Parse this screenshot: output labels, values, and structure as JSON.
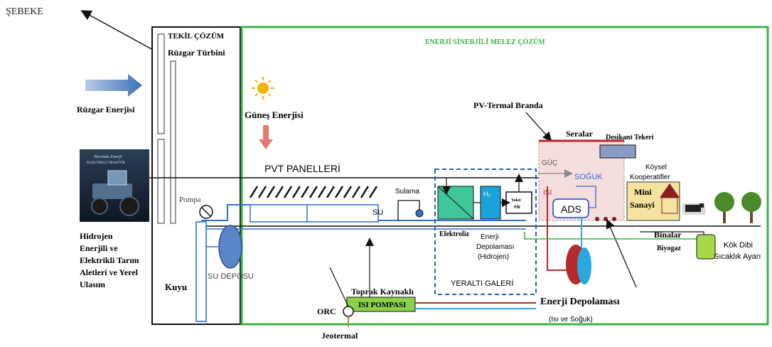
{
  "labels": {
    "sebeke": "ŞEBEKE",
    "tekil_cozum": "TEKİL ÇÖZÜM",
    "ruzgar_turbini": "Rüzgar Türbini",
    "melez_cozum": "ENERJİ SİNERJİLİ MELEZ ÇÖZÜM",
    "ruzgar_enerjisi": "Rüzgar Enerjisi",
    "gunes_enerjisi": "Güneş Enerjisi",
    "pv_termal_branda": "PV-Termal Branda",
    "seralar": "Seralar",
    "desikant_tekeri": "Desikant Tekeri",
    "pvt_panelleri": "PVT PANELLERİ",
    "guc": "GÜÇ",
    "soguk": "SOĞUK",
    "isi": "ISI",
    "koysel_1": "Köysel",
    "koysel_2": "Kooperatifler",
    "mini_1": "Mini",
    "mini_2": "Sanayi",
    "pompa": "Pompa",
    "sulama": "Sulama",
    "su": "SU",
    "h2": "H₂",
    "yakit_1": "Yakıt",
    "yakit_2": "Pili",
    "ads": "ADS",
    "elektroliz": "Elektroliz",
    "enerji_dep_1": "Enerji",
    "enerji_dep_2": "Depolaması",
    "enerji_dep_3": "(Hidrojen)",
    "yeralti_galeri": "YERALTI GALERİ",
    "hidrojen_1": "Hidrojen",
    "hidrojen_2": "Enerjili ve",
    "hidrojen_3": "Elektrikli Tarım",
    "hidrojen_4": "Aletleri ve Yerel",
    "hidrojen_5": "Ulasım",
    "kuyu": "Kuyu",
    "su_deposu": "SU DEPOSU",
    "toprak_kaynakli": "Toprak Kaynaklı",
    "isi_pompasi": "ISI POMPASI",
    "orc": "ORC",
    "jeotermal": "Jeotermal",
    "enerji_depolamasi": "Enerji Depolaması",
    "isi_ve_soguk": "(Isı ve Soğuk)",
    "binalar": "Binalar",
    "biyogaz": "Biyogaz",
    "kok_dibi_1": "Kök Dibi",
    "kok_dibi_2": "Sıcaklık Ayarı",
    "traktor_1": "Tarımda Enerji",
    "traktor_2": "ELEKTRİKLİ TRAKTÖR"
  },
  "colors": {
    "green_border": "#3cb34a",
    "black": "#111111",
    "blue_line": "#2f6fd6",
    "red_line": "#b52a2a",
    "cyan_line": "#2ba8e0",
    "heat_pump": "#8dd04a",
    "mini_sanayi": "#f4e4a0",
    "greenhouse": "#f6dede",
    "dashed_box": "#2a5fb0",
    "tank": "#5b86c9",
    "electrolyzer": "#3fc79a",
    "h2_box": "#1aa3d9",
    "biogas": "#a6d94a"
  }
}
